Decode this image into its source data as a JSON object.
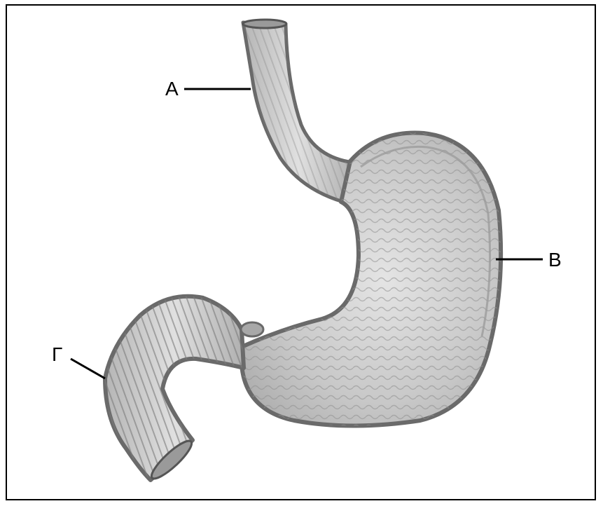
{
  "labels": {
    "a": "A",
    "b": "B",
    "g": "Γ"
  },
  "colors": {
    "outline": "#555555",
    "wall": "#8e8e8e",
    "lumen": "#cfcfcf",
    "leader": "#000000"
  }
}
